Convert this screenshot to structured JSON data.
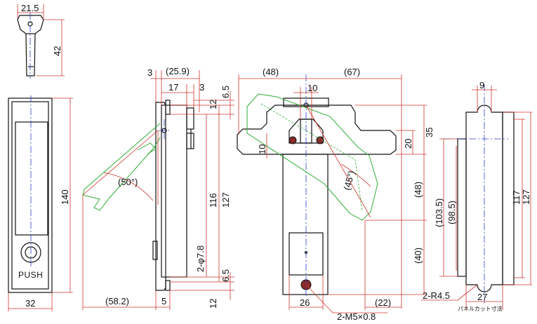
{
  "key_view": {
    "width": "21.5",
    "height": "42"
  },
  "front_view": {
    "height": "140",
    "width": "32",
    "push_label": "PUSH"
  },
  "side_view": {
    "dims": [
      "3",
      "(25.9)",
      "17",
      "3",
      "6.5",
      "12",
      "116",
      "127",
      "2-φ7.8",
      "6.5",
      "12",
      "(58.2)",
      "5"
    ],
    "angle": "(50°)"
  },
  "open_view": {
    "dims": [
      "(48)",
      "(67)",
      "10",
      "35",
      "20",
      "10",
      "(48)",
      "(103.5)",
      "(98.5)",
      "(40)",
      "26",
      "(22)",
      "2-M5×0.8"
    ],
    "angle": "(45°)"
  },
  "panel_view": {
    "dims": [
      "9",
      "117",
      "127",
      "27",
      "2-R4.5"
    ],
    "cutout_note": "パネルカット寸法"
  },
  "colors": {
    "outline": "#111111",
    "dimension": "#d0342c",
    "centerline": "#2a3cc8",
    "open_position": "#2fae35"
  }
}
